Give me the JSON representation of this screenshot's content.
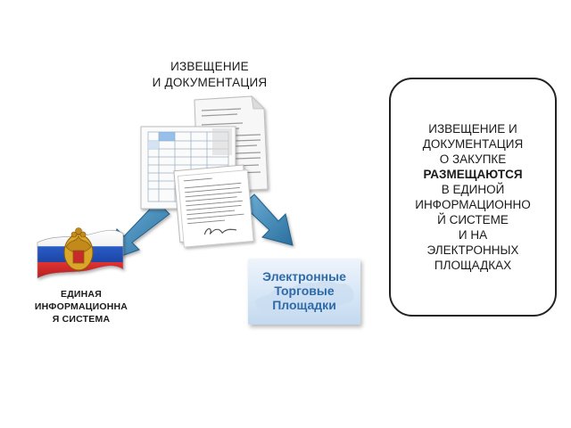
{
  "top_caption": {
    "line1": "ИЗВЕЩЕНИЕ",
    "line2": "И ДОКУМЕНТАЦИЯ"
  },
  "info_box": {
    "line1": "ИЗВЕЩЕНИЕ И",
    "line2": "ДОКУМЕНТАЦИЯ",
    "line3": "О ЗАКУПКЕ",
    "line4_bold": "РАЗМЕЩАЮТСЯ",
    "line5": "В ЕДИНОЙ",
    "line6": "ИНФОРМАЦИОННО",
    "line7": "Й СИСТЕМЕ",
    "line8": "И НА",
    "line9": "ЭЛЕКТРОННЫХ",
    "line10": "ПЛОЩАДКАХ"
  },
  "eis_caption": {
    "line1": "ЕДИНАЯ",
    "line2": "ИНФОРМАЦИОННА",
    "line3": "Я СИСТЕМА"
  },
  "etp_box": {
    "line1": "Электронные",
    "line2": "Торговые",
    "line3": "Площадки"
  },
  "colors": {
    "arrow": "#2f78a8",
    "arrow_light": "#6fb0d8",
    "etp_text": "#2f6aa8",
    "flag_white": "#ffffff",
    "flag_blue": "#1f4fb4",
    "flag_red": "#d42a2a",
    "emblem_gold": "#d9a62a",
    "spreadsheet_highlight": "#7fb0e6"
  },
  "icons": {
    "documents": "documents-stack-icon",
    "flag": "russian-flag-emblem-icon",
    "arrow_left": "arrow-down-left-icon",
    "arrow_right": "arrow-down-right-icon",
    "map": "russia-map-icon"
  }
}
